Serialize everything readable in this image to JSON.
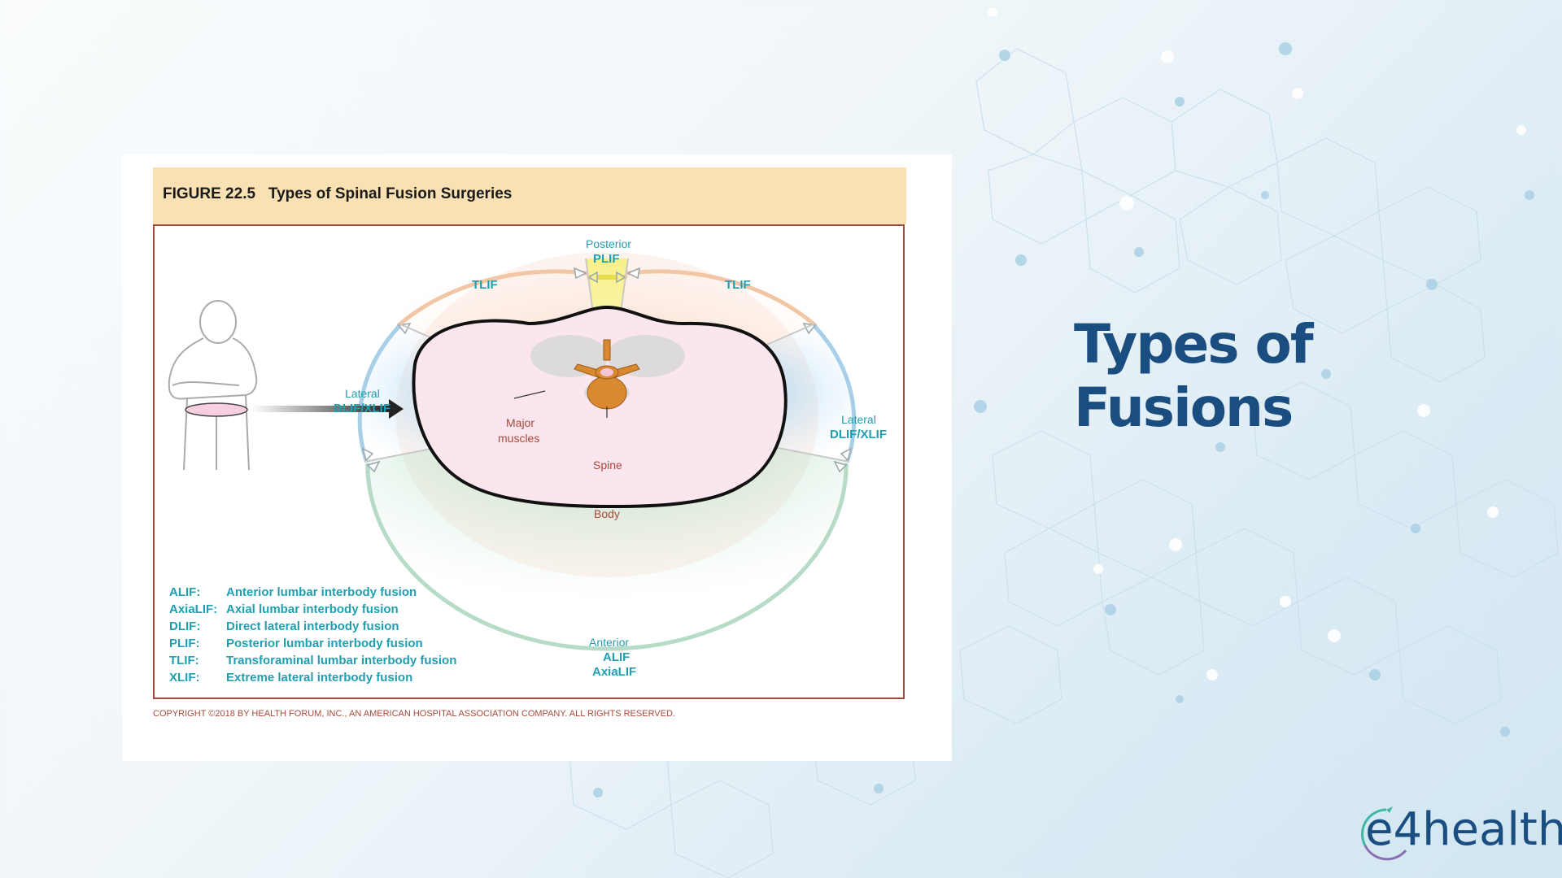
{
  "slide": {
    "title_line1": "Types of",
    "title_line2": "Fusions",
    "logo_text": "e4health"
  },
  "figure": {
    "title": "FIGURE 22.5   Types of Spinal Fusion Surgeries",
    "labels": {
      "posterior": "Posterior",
      "plif": "PLIF",
      "tlif_left": "TLIF",
      "tlif_right": "TLIF",
      "lateral_left": "Lateral",
      "dlif_left": "DLIF/XLIF",
      "lateral_right": "Lateral",
      "dlif_right": "DLIF/XLIF",
      "major": "Major",
      "muscles": "muscles",
      "spine": "Spine",
      "body": "Body",
      "anterior": "Anterior",
      "alif": "ALIF",
      "axialif": "AxiaLIF"
    },
    "legend": [
      {
        "abbr": "ALIF:",
        "desc": "Anterior lumbar interbody fusion"
      },
      {
        "abbr": "AxiaLIF:",
        "desc": "Axial lumbar interbody fusion"
      },
      {
        "abbr": "DLIF:",
        "desc": "Direct lateral interbody fusion"
      },
      {
        "abbr": "PLIF:",
        "desc": "Posterior lumbar interbody fusion"
      },
      {
        "abbr": "TLIF:",
        "desc": "Transforaminal lumbar interbody fusion"
      },
      {
        "abbr": "XLIF:",
        "desc": "Extreme lateral interbody fusion"
      }
    ],
    "copyright": "COPYRIGHT ©2018 BY HEALTH FORUM, INC., AN AMERICAN HOSPITAL ASSOCIATION COMPANY. ALL RIGHTS RESERVED."
  },
  "colors": {
    "title": "#1b4e80",
    "teal": "#1f9fb0",
    "header": "#fae1b4",
    "frame": "#9c4a3c"
  }
}
